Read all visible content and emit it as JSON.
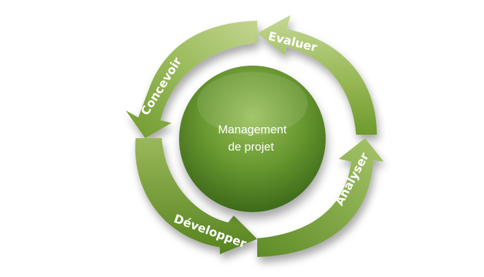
{
  "diagram": {
    "center": {
      "line1": "Management",
      "line2": "de projet"
    },
    "stages": {
      "evaluer": "Evaluer",
      "concevoir": "Concevoir",
      "developper": "Développer",
      "analyser": "Analyser"
    },
    "colors": {
      "arrow_light": "#c2d58f",
      "arrow_mid": "#8fb24a",
      "arrow_dark": "#55821f",
      "circle_light": "#98c05a",
      "circle_dark": "#3d6a1a"
    }
  }
}
